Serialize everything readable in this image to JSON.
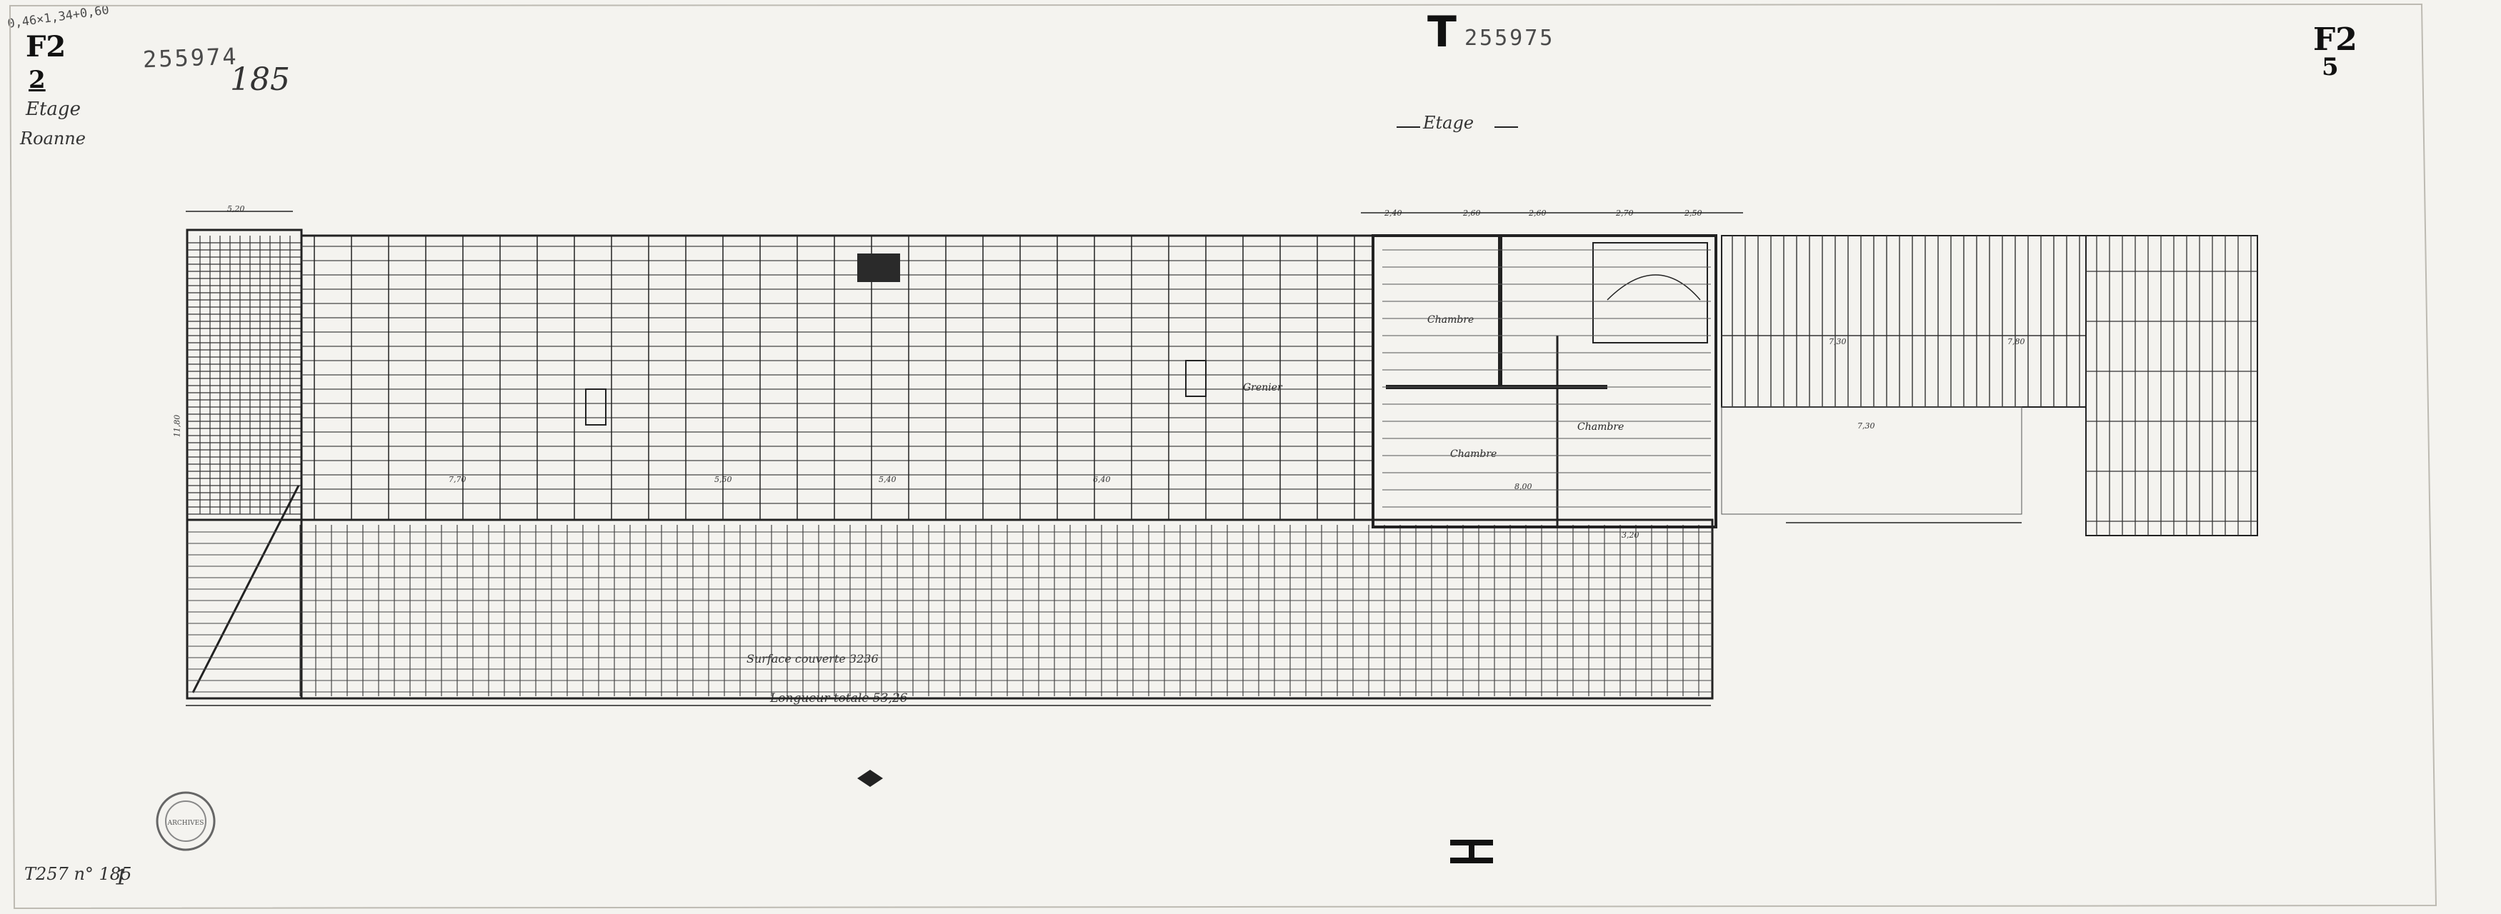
{
  "sheet": {
    "corner_note": "0,46×1,34+0,60",
    "code_left": "F2",
    "number_left": "2",
    "label_floor": "Etage",
    "label_city": "Roanne",
    "stamp_left": "255974",
    "folio": "185",
    "marker_top": "T",
    "stamp_center": "255975",
    "code_right": "F2",
    "number_right": "5",
    "plan_title": "Etage",
    "bottom_note": "T257 n° 185",
    "bottom_digit": "1",
    "seal_text": "ARCHIVES"
  },
  "rooms": [
    {
      "label": "Grenier"
    },
    {
      "label": "Chambre"
    },
    {
      "label": "Chambre"
    },
    {
      "label": "Chambre"
    }
  ],
  "annotations": {
    "roof_area": "Surface couverte 3236",
    "total_length": "Longueur totale 53,26"
  },
  "dims": {
    "top_left": "5,20",
    "top_a": "2,40",
    "top_b": "2,60",
    "top_c": "2,60",
    "top_d": "2,70",
    "top_e": "2,50",
    "mid_a": "7,70",
    "mid_b": "5,50",
    "mid_c": "5,40",
    "mid_d": "6,40",
    "wing_a": "7,30",
    "wing_b": "7,80",
    "bottom_a": "7,30",
    "south_a": "8,00",
    "south_b": "3,20",
    "height_left": "11,80"
  },
  "colors": {
    "paper": "#f4f3ef",
    "ink": "#222222",
    "stamp_ink": "#555555"
  }
}
